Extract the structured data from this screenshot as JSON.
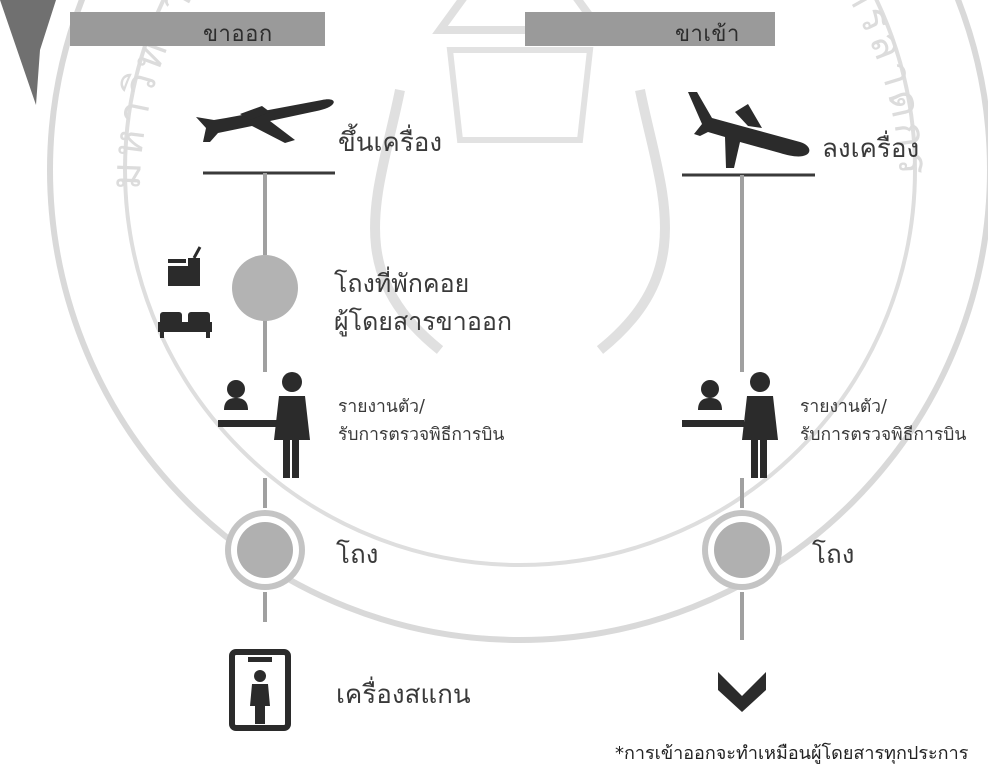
{
  "outbound": {
    "header": "ขาออก",
    "steps": {
      "boarding": "ขึ้นเครื่อง",
      "lounge_line1": "โถงที่พักคอย",
      "lounge_line2": "ผู้โดยสารขาออก",
      "checkin_line1": "รายงานตัว/",
      "checkin_line2": "รับการตรวจพิธีการบิน",
      "hall": "โถง",
      "scanner": "เครื่องสแกน"
    }
  },
  "inbound": {
    "header": "ขาเข้า",
    "steps": {
      "landing": "ลงเครื่อง",
      "checkin_line1": "รายงานตัว/",
      "checkin_line2": "รับการตรวจพิธีการบิน",
      "hall": "โถง"
    }
  },
  "footnote": "*การเข้าออกจะทำเหมือนผู้โดยสารทุกประการ",
  "watermark_text": "มหาวิทยาลัยเทคโนโลยีพระจอมเกล้าเจ้าคุณทหารลาดกระบัง",
  "colors": {
    "header_bar": "#9a9a9a",
    "icon_dark": "#2b2b2b",
    "line": "#9a9a9a",
    "circle_fill": "#b3b3b3",
    "watermark": "#d6d6d6"
  }
}
